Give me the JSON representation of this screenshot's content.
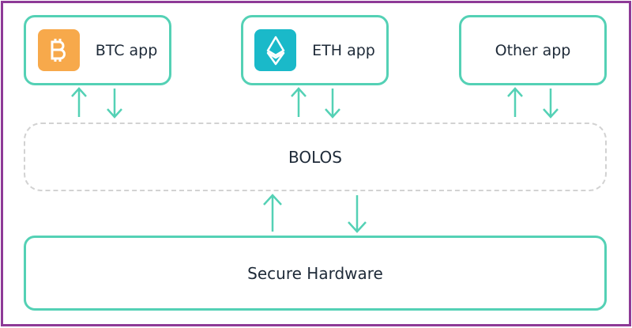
{
  "apps": [
    {
      "label": "BTC app",
      "icon": "bitcoin-icon",
      "color": "#f7a94b"
    },
    {
      "label": "ETH app",
      "icon": "ethereum-icon",
      "color": "#1ab9c9"
    },
    {
      "label": "Other app"
    }
  ],
  "bolos": {
    "label": "BOLOS"
  },
  "hardware": {
    "label": "Secure Hardware"
  },
  "colors": {
    "frame": "#8e3a97",
    "accent": "#54d1b5"
  }
}
